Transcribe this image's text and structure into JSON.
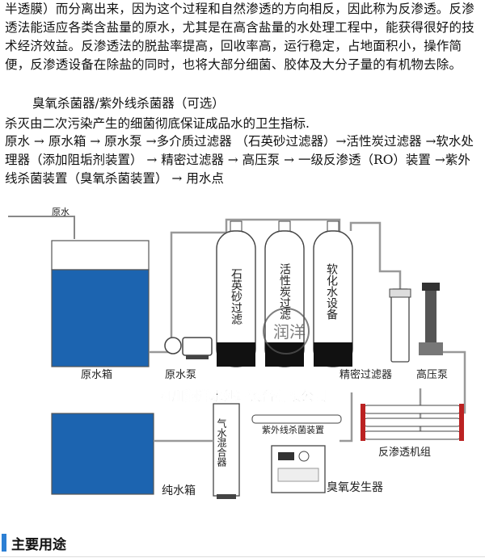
{
  "text": {
    "paragraph1": "半透膜）而分离出来，因为这个过程和自然渗透的方向相反，因此称为反渗透。反渗透法能适应各类含盐量的原水，尤其是在高含盐量的水处理工程中，能获得很好的技术经济效益。反渗透法的脱盐率提高，回收率高，运行稳定，占地面积小，操作简便，反渗透设备在除盐的同时，也将大部分细菌、胶体及大分子量的有机物去除。",
    "subheading": "臭氧杀菌器/紫外线杀菌器（可选）",
    "paragraph2": "杀灭由二次污染产生的细菌彻底保证成品水的卫生指标.",
    "process_flow": "原水 → 原水箱 → 原水泵 →多介质过滤器 （石英砂过滤器）→活性炭过滤器 →软水处理器（添加阻垢剂装置） → 精密过滤器 → 高压泵 → 一级反渗透（RO）装置 →紫外线杀菌装置（臭氧杀菌装置） → 用水点"
  },
  "diagram": {
    "raw_water_label": "原水",
    "raw_tank_label": "原水箱",
    "raw_pump_label": "原水泵",
    "tank1_label": "石英砂过滤",
    "tank2_label": "活性炭过滤",
    "tank3_label": "软化水设备",
    "precision_filter_label": "精密过滤器",
    "high_pressure_pump_label": "高压泵",
    "company_watermark": "四川润洋水处理设备有限公司",
    "logo_text": "润洋",
    "gas_water_mixer_label": "气水混合器",
    "uv_sterilizer_label": "紫外线杀菌装置",
    "ro_unit_label": "反渗透机组",
    "pure_tank_label": "纯水箱",
    "ozone_generator_label": "臭氧发生器",
    "water_color": "#1c64b0",
    "pipe_color": "#888888"
  },
  "section": {
    "title": "主要用途",
    "accent_color": "#2c7fd4"
  }
}
